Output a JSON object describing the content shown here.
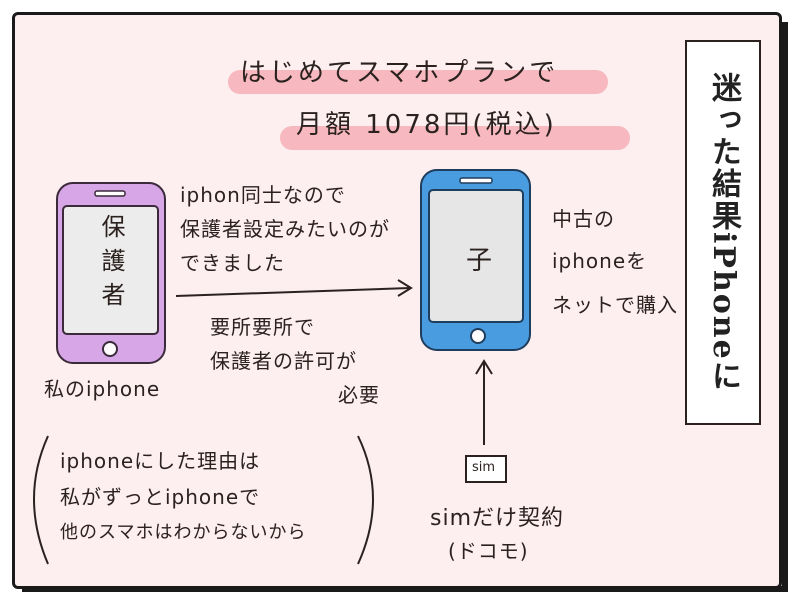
{
  "vertical_title": "迷った結果iPhoneに",
  "headline": {
    "line1": "はじめてスマホプランで",
    "line2": "月額 1078円(税込)"
  },
  "parent_phone": {
    "screen_text": "保護者",
    "caption": "私のiphone",
    "color": "#d6a6e6"
  },
  "child_phone": {
    "screen_text": "子",
    "color": "#4a9ce0"
  },
  "arrow_note_top": [
    "iphon同士なので",
    "保護者設定みたいのが",
    "できました"
  ],
  "arrow_note_bottom": [
    "要所要所で",
    "保護者の許可が",
    "必要"
  ],
  "purchase_note": [
    "中古の",
    "iphoneを",
    "ネットで購入"
  ],
  "sim": {
    "chip_label": "sim",
    "caption_line1": "simだけ契約",
    "caption_line2": "(ドコモ)"
  },
  "reason_note": [
    "iphoneにした理由は",
    "私がずっとiphoneで",
    "他のスマホはわからないから"
  ],
  "colors": {
    "panel_background": "#fdeef0",
    "highlight": "#f7b9bf"
  }
}
